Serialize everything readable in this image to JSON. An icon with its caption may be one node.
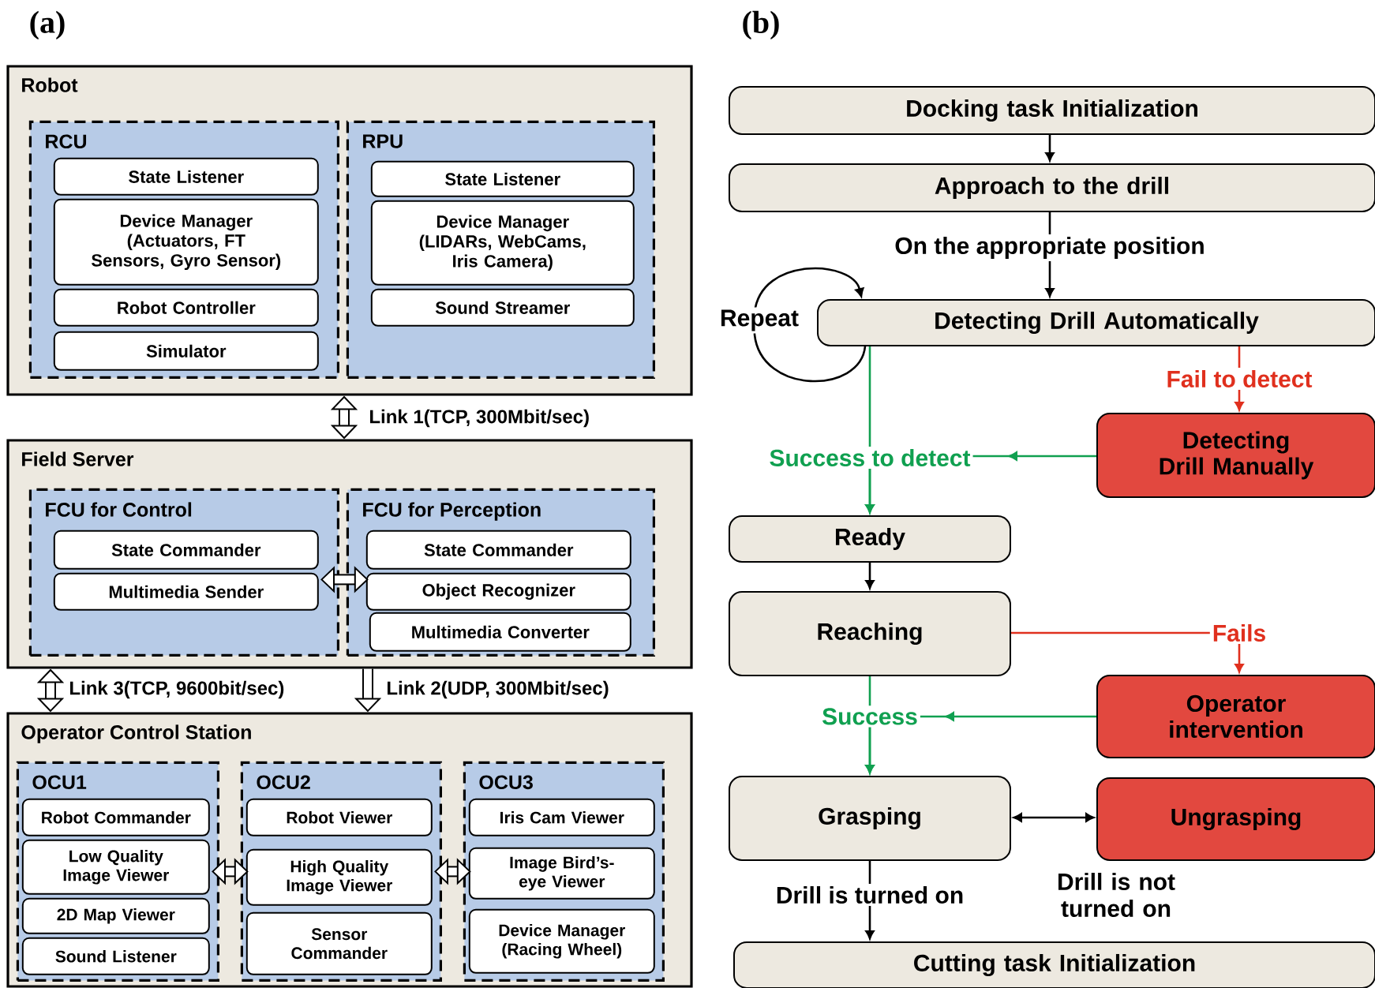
{
  "diagram": {
    "nodes": [
      {
        "text": [
          "Robot"
        ]
      },
      {
        "text": [
          "RCU"
        ],
        "in": 0
      },
      {
        "text": [
          "State Listener"
        ],
        "in": 1
      },
      {
        "text": [
          "Device Manager (Actuators, FT Sensors, Gyro Sensor)"
        ],
        "in": 1
      },
      {
        "text": [
          "Robot Controller"
        ],
        "in": 1
      },
      {
        "text": [
          "Simulator"
        ],
        "in": 1
      },
      {
        "text": [
          "RPU"
        ],
        "in": 0
      },
      {
        "text": [
          "State Listener"
        ],
        "in": 6
      },
      {
        "text": [
          "Device Manager (LIDARs, WebCams, Iris Camera)"
        ],
        "in": 6
      },
      {
        "text": [
          "Sound Streamer"
        ],
        "in": 6
      },
      {
        "text": [
          "Field Server"
        ]
      },
      {
        "text": [
          "FCU for Control"
        ],
        "in": 10
      },
      {
        "text": [
          "State Commander"
        ],
        "in": 11
      },
      {
        "text": [
          "Multimedia Sender"
        ],
        "in": 11
      },
      {
        "text": [
          "FCU for Perception"
        ],
        "in": 10
      },
      {
        "text": [
          "State Commander"
        ],
        "in": 14
      },
      {
        "text": [
          "Object Recognizer"
        ],
        "in": 14
      },
      {
        "text": [
          "Multimedia Converter"
        ],
        "in": 14
      },
      {
        "text": [
          "Operator Control Station"
        ]
      },
      {
        "text": [
          "OCU1"
        ],
        "in": 18
      },
      {
        "text": [
          "Robot Commander"
        ],
        "in": 19
      },
      {
        "text": [
          "Low Quality Image Viewer"
        ],
        "in": 19
      },
      {
        "text": [
          "2D Map Viewer"
        ],
        "in": 19
      },
      {
        "text": [
          "Sound Listener"
        ],
        "in": 19
      },
      {
        "text": [
          "OCU2"
        ],
        "in": 18
      },
      {
        "text": [
          "Robot Viewer"
        ],
        "in": 24
      },
      {
        "text": [
          "High Quality Image Viewer"
        ],
        "in": 24
      },
      {
        "text": [
          "Sensor Commander"
        ],
        "in": 24
      },
      {
        "text": [
          "OCU3"
        ],
        "in": 18
      },
      {
        "text": [
          "Iris Cam Viewer"
        ],
        "in": 28
      },
      {
        "text": [
          "Image Bird’s-eye Viewer"
        ],
        "in": 28
      },
      {
        "text": [
          "Device Manager (Racing Wheel)"
        ],
        "in": 28
      },
      {
        "text": [
          "Docking task Initialization"
        ]
      },
      {
        "text": [
          "Approach to the drill"
        ]
      },
      {
        "text": [
          "Detecting Drill Automatically"
        ]
      },
      {
        "text": [
          "Detecting Drill Manually"
        ]
      },
      {
        "text": [
          "Ready"
        ]
      },
      {
        "text": [
          "Reaching"
        ]
      },
      {
        "text": [
          "Operator intervention"
        ]
      },
      {
        "text": [
          "Grasping"
        ]
      },
      {
        "text": [
          "Ungrasping"
        ]
      },
      {
        "text": [
          "Cutting task Initialization"
        ]
      }
    ],
    "edges": [
      {
        "from": 0,
        "to": 10,
        "arrow": "both",
        "style": "thick",
        "label": "Link 1(TCP, 300Mbit/sec)"
      },
      {
        "from": 11,
        "to": 14,
        "arrow": "both",
        "style": "thick"
      },
      {
        "from": 10,
        "to": 18,
        "arrow": "both",
        "style": "thick",
        "label": "Link 3(TCP, 9600bit/sec)"
      },
      {
        "from": 10,
        "to": 18,
        "arrow": "to",
        "style": "thick",
        "label": "Link 2(UDP, 300Mbit/sec)"
      },
      {
        "from": 19,
        "to": 24,
        "arrow": "both",
        "style": "thick"
      },
      {
        "from": 24,
        "to": 28,
        "arrow": "both",
        "style": "thick"
      },
      {
        "from": 32,
        "to": 33,
        "arrow": "to"
      },
      {
        "from": 33,
        "to": 34,
        "arrow": "to",
        "label": "On the appropriate position"
      },
      {
        "from": 34,
        "to": 34,
        "arrow": "to",
        "label": "Repeat"
      },
      {
        "from": 34,
        "to": 35,
        "arrow": "to",
        "color": "#e0301e",
        "label": "Fail to detect"
      },
      {
        "from": 34,
        "to": 36,
        "arrow": "to",
        "color": "#10a050",
        "label": "Success to detect"
      },
      {
        "from": 35,
        "to": 36,
        "arrow": "to",
        "color": "#10a050"
      },
      {
        "from": 36,
        "to": 37,
        "arrow": "to"
      },
      {
        "from": 37,
        "to": 38,
        "arrow": "to",
        "color": "#e0301e",
        "label": "Fails"
      },
      {
        "from": 37,
        "to": 39,
        "arrow": "to",
        "color": "#10a050",
        "label": "Success"
      },
      {
        "from": 38,
        "to": 39,
        "arrow": "to",
        "color": "#10a050"
      },
      {
        "from": 39,
        "to": 40,
        "arrow": "both",
        "label": "Drill is not turned on"
      },
      {
        "from": 39,
        "to": 41,
        "arrow": "to",
        "label": "Drill is turned on"
      }
    ],
    "labels": [
      "(a)",
      "(b)"
    ]
  }
}
